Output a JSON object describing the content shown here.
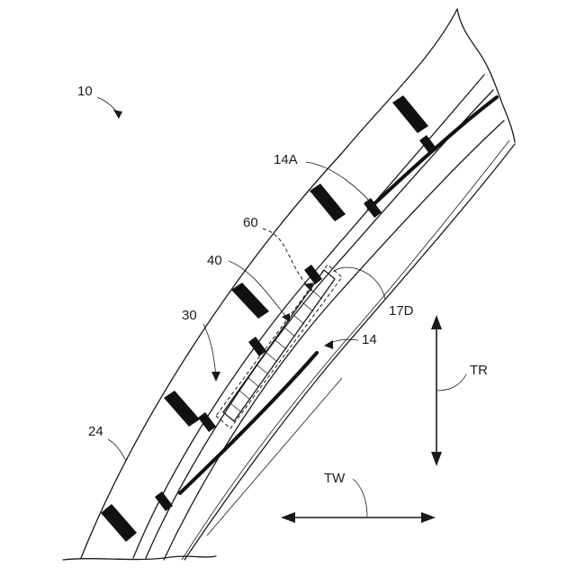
{
  "labels": {
    "assembly": "10",
    "edge_14a": "14A",
    "sensor_60": "60",
    "sensor_40": "40",
    "layer_30": "30",
    "member_17d": "17D",
    "member_14": "14",
    "outer_24": "24",
    "direction_tr": "TR",
    "direction_tw": "TW"
  },
  "colors": {
    "ink": "#1a1a1a",
    "fill_dark": "#111111",
    "background": "#ffffff"
  }
}
